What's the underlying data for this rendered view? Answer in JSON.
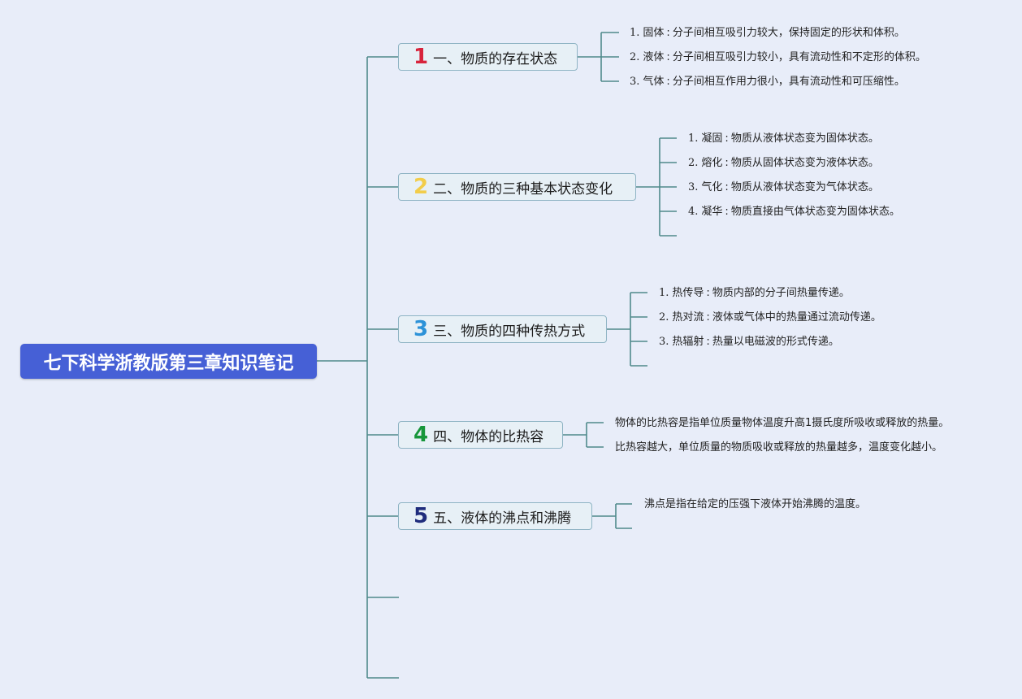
{
  "title": "七下科学浙教版第三章知识笔记",
  "colors": {
    "line": "#4f8a8b",
    "root_bg": "#4660d6",
    "num1": "#d8243c",
    "num2": "#f2cd4a",
    "num3": "#2c92d8",
    "num4": "#17963a",
    "num5": "#1f2c7c"
  },
  "topics": [
    {
      "number": "1",
      "label": "一、物质的存在状态",
      "items": [
        {
          "index": "1.",
          "term": "固体",
          "desc": "分子间相互吸引力较大，保持固定的形状和体积。"
        },
        {
          "index": "2.",
          "term": "液体",
          "desc": "分子间相互吸引力较小，具有流动性和不定形的体积。"
        },
        {
          "index": "3.",
          "term": "气体",
          "desc": "分子间相互作用力很小，具有流动性和可压缩性。"
        }
      ]
    },
    {
      "number": "2",
      "label": "二、物质的三种基本状态变化",
      "items": [
        {
          "index": "1.",
          "term": "凝固",
          "desc": "物质从液体状态变为固体状态。"
        },
        {
          "index": "2.",
          "term": "熔化",
          "desc": "物质从固体状态变为液体状态。"
        },
        {
          "index": "3.",
          "term": "气化",
          "desc": "物质从液体状态变为气体状态。"
        },
        {
          "index": "4.",
          "term": "凝华",
          "desc": "物质直接由气体状态变为固体状态。"
        }
      ]
    },
    {
      "number": "3",
      "label": "三、物质的四种传热方式",
      "items": [
        {
          "index": "1.",
          "term": "热传导",
          "desc": "物质内部的分子间热量传递。"
        },
        {
          "index": "2.",
          "term": "热对流",
          "desc": "液体或气体中的热量通过流动传递。"
        },
        {
          "index": "3.",
          "term": "热辐射",
          "desc": "热量以电磁波的形式传递。"
        }
      ]
    },
    {
      "number": "4",
      "label": "四、物体的比热容",
      "items": [
        {
          "text": "物体的比热容是指单位质量物体温度升高1摄氏度所吸收或释放的热量。"
        },
        {
          "text": "比热容越大，单位质量的物质吸收或释放的热量越多，温度变化越小。"
        }
      ]
    },
    {
      "number": "5",
      "label": "五、液体的沸点和沸腾",
      "items": [
        {
          "text": "沸点是指在给定的压强下液体开始沸腾的温度。"
        }
      ]
    }
  ]
}
